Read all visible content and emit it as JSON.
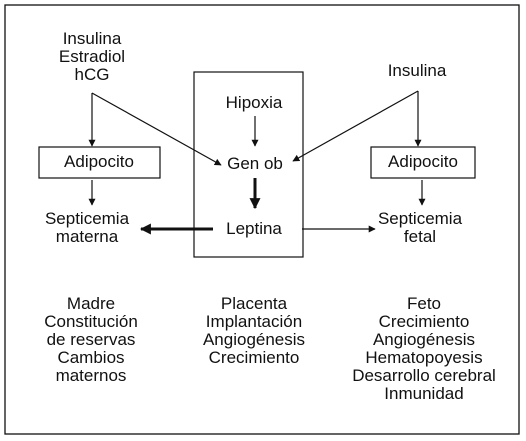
{
  "diagram": {
    "left_inputs": [
      "Insulina",
      "Estradiol",
      "hCG"
    ],
    "right_input": "Insulina",
    "center": {
      "hipoxia": "Hipoxia",
      "gen_ob": "Gen ob",
      "leptina": "Leptina"
    },
    "left_adipocyte": "Adipocito",
    "right_adipocyte": "Adipocito",
    "left_outcome": [
      "Septicemia",
      "materna"
    ],
    "right_outcome": [
      "Septicemia",
      "fetal"
    ],
    "madre": [
      "Madre",
      "Constitución",
      "de reservas",
      "Cambios",
      "maternos"
    ],
    "placenta": [
      "Placenta",
      "Implantación",
      "Angiogénesis",
      "Crecimiento"
    ],
    "feto": [
      "Feto",
      "Crecimiento",
      "Angiogénesis",
      "Hematopoyesis",
      "Desarrollo cerebral",
      "Inmunidad"
    ]
  }
}
